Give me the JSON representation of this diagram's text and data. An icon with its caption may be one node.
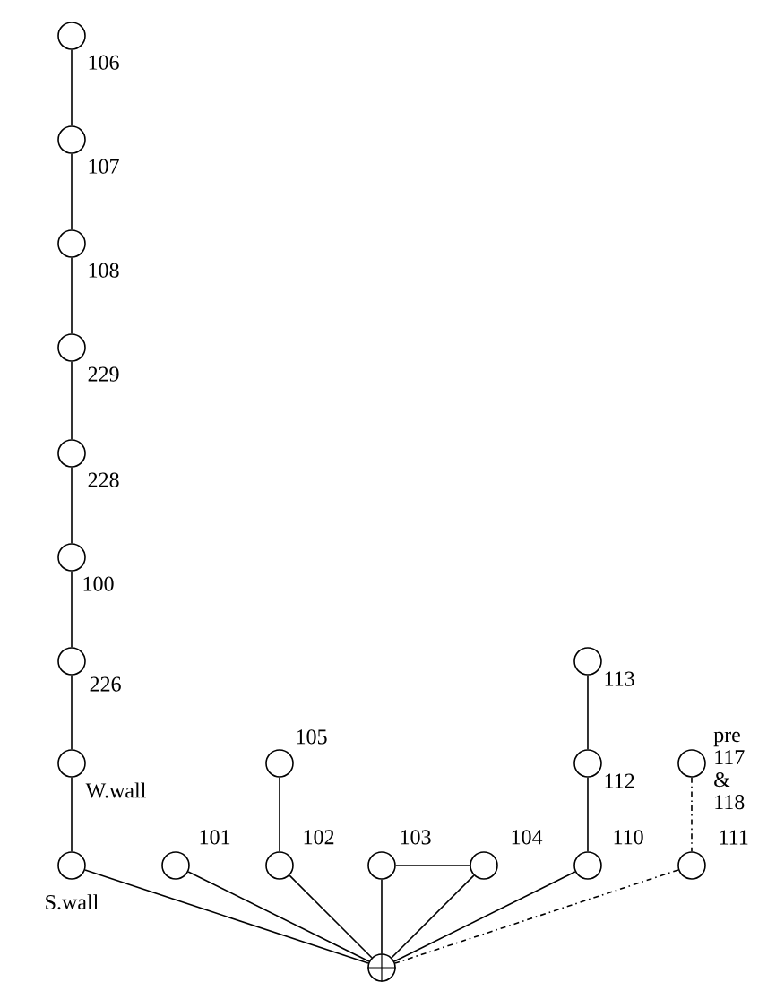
{
  "diagram": {
    "nodes": [
      {
        "text": [],
        "shape": "circle",
        "beside": [
          "106"
        ]
      },
      {
        "text": [],
        "shape": "circle",
        "beside": [
          "107"
        ]
      },
      {
        "text": [],
        "shape": "circle",
        "beside": [
          "108"
        ]
      },
      {
        "text": [],
        "shape": "circle",
        "beside": [
          "229"
        ]
      },
      {
        "text": [],
        "shape": "circle",
        "beside": [
          "228"
        ]
      },
      {
        "text": [],
        "shape": "circle",
        "beside": [
          "100"
        ]
      },
      {
        "text": [],
        "shape": "circle",
        "beside": [
          "226"
        ]
      },
      {
        "text": [],
        "shape": "circle",
        "beside": [
          "W.wall"
        ]
      },
      {
        "text": [],
        "shape": "circle",
        "beside": [
          "S.wall"
        ]
      },
      {
        "text": [],
        "shape": "circle",
        "beside": [
          "101"
        ]
      },
      {
        "text": [],
        "shape": "circle",
        "beside": [
          "105"
        ]
      },
      {
        "text": [],
        "shape": "circle",
        "beside": [
          "102"
        ]
      },
      {
        "text": [],
        "shape": "circle",
        "beside": [
          "103"
        ]
      },
      {
        "text": [],
        "shape": "circle",
        "beside": [
          "104"
        ]
      },
      {
        "text": [],
        "shape": "circle",
        "beside": [
          "113"
        ]
      },
      {
        "text": [],
        "shape": "circle",
        "beside": [
          "112"
        ]
      },
      {
        "text": [],
        "shape": "circle",
        "beside": [
          "110"
        ]
      },
      {
        "text": [],
        "shape": "circle",
        "beside": [
          "pre 117 & 118"
        ]
      },
      {
        "text": [],
        "shape": "circle",
        "beside": [
          "111"
        ]
      },
      {
        "text": [],
        "shape": "circle"
      }
    ],
    "edges": [
      {
        "from": 0,
        "to": 1,
        "arrow": "none"
      },
      {
        "from": 1,
        "to": 2,
        "arrow": "none"
      },
      {
        "from": 2,
        "to": 3,
        "arrow": "none"
      },
      {
        "from": 3,
        "to": 4,
        "arrow": "none"
      },
      {
        "from": 4,
        "to": 5,
        "arrow": "none"
      },
      {
        "from": 5,
        "to": 6,
        "arrow": "none"
      },
      {
        "from": 6,
        "to": 7,
        "arrow": "none"
      },
      {
        "from": 7,
        "to": 8,
        "arrow": "none"
      },
      {
        "from": 8,
        "to": 19,
        "arrow": "none"
      },
      {
        "from": 9,
        "to": 19,
        "arrow": "none"
      },
      {
        "from": 10,
        "to": 11,
        "arrow": "none"
      },
      {
        "from": 11,
        "to": 19,
        "arrow": "none"
      },
      {
        "from": 12,
        "to": 13,
        "arrow": "none"
      },
      {
        "from": 12,
        "to": 19,
        "arrow": "none"
      },
      {
        "from": 13,
        "to": 19,
        "arrow": "none"
      },
      {
        "from": 14,
        "to": 15,
        "arrow": "none"
      },
      {
        "from": 15,
        "to": 16,
        "arrow": "none"
      },
      {
        "from": 16,
        "to": 19,
        "arrow": "none"
      },
      {
        "from": 17,
        "to": 18,
        "arrow": "none",
        "style": "dashed"
      },
      {
        "from": 18,
        "to": 19,
        "arrow": "none",
        "style": "dashed"
      }
    ]
  }
}
